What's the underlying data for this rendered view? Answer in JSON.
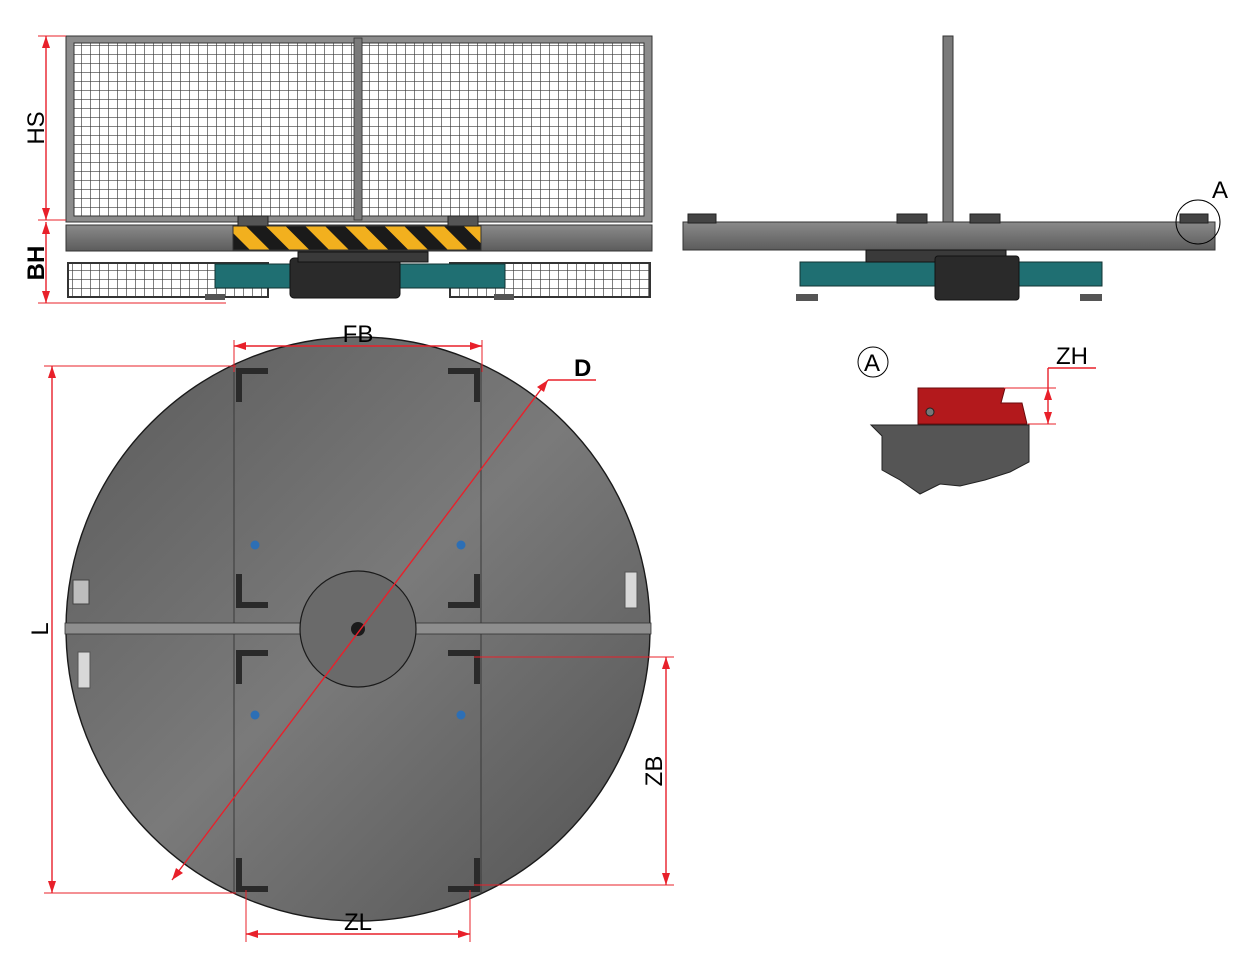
{
  "labels": {
    "hs": "HS",
    "bh": "BH",
    "fb": "FB",
    "d": "D",
    "l": "L",
    "zb": "ZB",
    "zl": "ZL",
    "zh": "ZH",
    "detail_ref": "A",
    "detail_title": "A"
  },
  "colors": {
    "dimension": "#e8202a",
    "plate": "#6e6e6e",
    "frame_teal": "#1f6f72",
    "stopper_red": "#b3191c",
    "hazard_yellow": "#f2b01e",
    "hazard_black": "#1a1a1a"
  }
}
